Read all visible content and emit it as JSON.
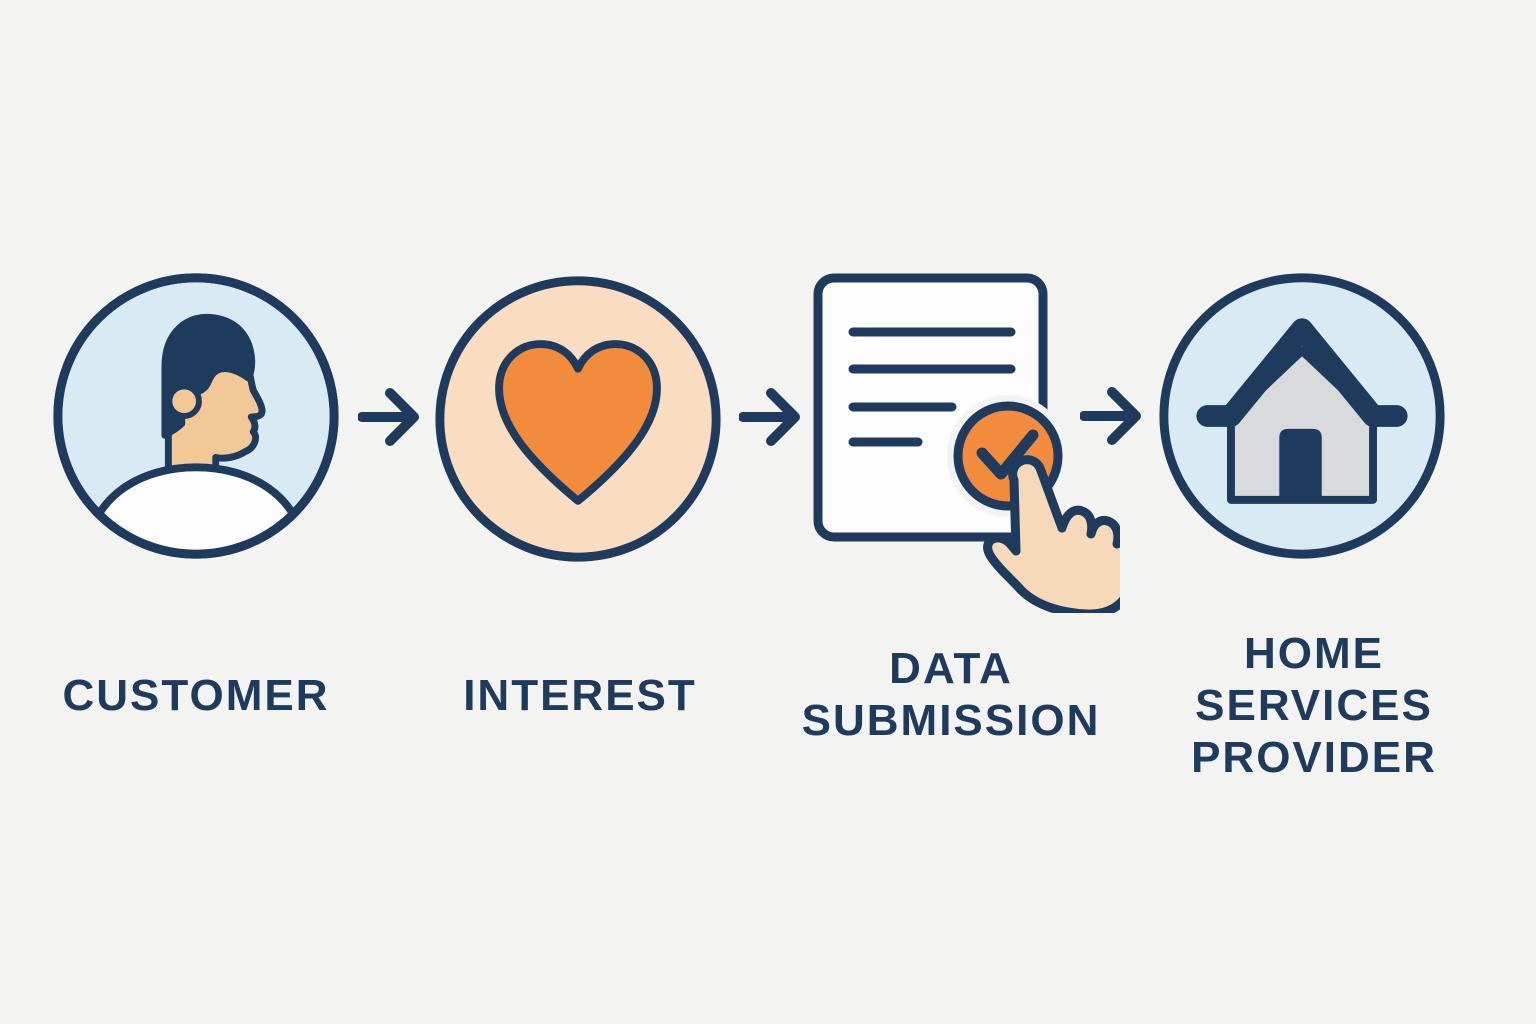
{
  "colors": {
    "background": "#f3f3f1",
    "navy": "#1e3a5c",
    "light_blue": "#d8eaf4",
    "peach": "#fadcc0",
    "orange": "#f28b3b",
    "skin": "#f2c896",
    "hand_skin": "#f5d9b9",
    "house_gray": "#d8dadb",
    "white": "#fdfdfd"
  },
  "flow": {
    "connector_icon": "arrow-right",
    "steps": [
      {
        "name": "customer",
        "icon": "person-profile-avatar",
        "label_lines": [
          "CUSTOMER"
        ]
      },
      {
        "name": "interest",
        "icon": "heart",
        "label_lines": [
          "INTEREST"
        ]
      },
      {
        "name": "data-submission",
        "icon": "document-checkmark-hand",
        "label_lines": [
          "DATA",
          "SUBMISSION"
        ]
      },
      {
        "name": "home-services-provider",
        "icon": "house",
        "label_lines": [
          "HOME",
          "SERVICES",
          "PROVIDER"
        ]
      }
    ]
  }
}
